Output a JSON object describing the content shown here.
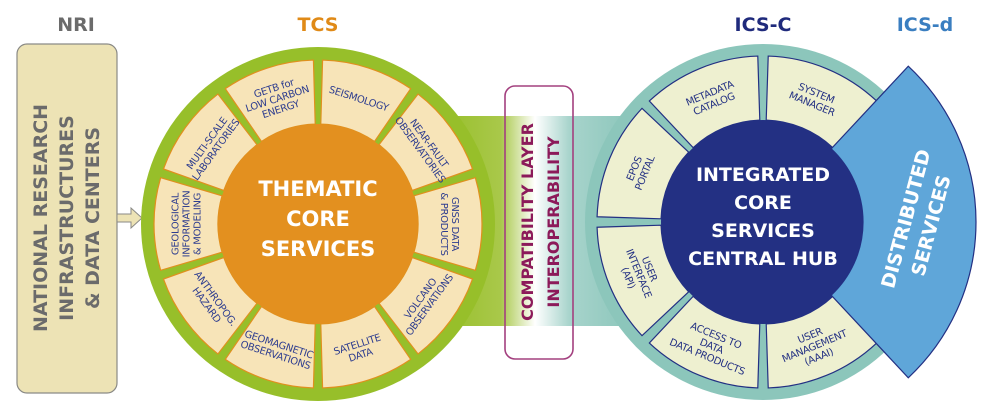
{
  "colors": {
    "nri_fill": "#ede3b5",
    "nri_stroke": "#8a8a86",
    "nri_text": "#6b6b6b",
    "tcs_header": "#e08a17",
    "tcs_ring": "#97bf2a",
    "tcs_segment_fill": "#f7e4b8",
    "tcs_segment_stroke": "#e0901e",
    "tcs_core": "#e3901f",
    "segment_text_tcs": "#2e3d8f",
    "compat_text": "#8c1a5a",
    "compat_stroke": "#a3407f",
    "ics_header": "#1f2a7c",
    "icsd_header": "#3a7ec0",
    "ics_ring": "#8cc6bb",
    "ics_segment_fill": "#eef0d0",
    "ics_segment_stroke": "#233083",
    "ics_core": "#233083",
    "icsd_fill": "#5fa6d9",
    "icsd_stroke": "#233083"
  },
  "headers": {
    "nri": "NRI",
    "tcs": "TCS",
    "ics_c": "ICS-C",
    "ics_d": "ICS-d"
  },
  "nri": {
    "lines": [
      "NATIONAL RESEARCH",
      "INFRASTRUCTURES",
      "& DATA CENTERS"
    ]
  },
  "tcs": {
    "center": [
      "THEMATIC",
      "CORE",
      "SERVICES"
    ],
    "segments": [
      {
        "id": "seismology",
        "lines": [
          "SEISMOLOGY"
        ]
      },
      {
        "id": "near-fault-observatories",
        "lines": [
          "NEAR-FAULT",
          "OBSERVATORIES"
        ]
      },
      {
        "id": "gnss-data-products",
        "lines": [
          "GNSS DATA",
          "& PRODUCTS"
        ]
      },
      {
        "id": "volcano-observations",
        "lines": [
          "VOLCANO",
          "OBSERVATIONS"
        ]
      },
      {
        "id": "satellite-data",
        "lines": [
          "SATELLITE",
          "DATA"
        ]
      },
      {
        "id": "geomagnetic-observations",
        "lines": [
          "GEOMAGNETIC",
          "OBSERVATIONS"
        ]
      },
      {
        "id": "anthropogenic-hazard",
        "lines": [
          "ANTHROPOG.",
          "HAZARD"
        ]
      },
      {
        "id": "geological-information-modeling",
        "lines": [
          "GEOLOGICAL",
          "INFORMATION",
          "& MODELING"
        ]
      },
      {
        "id": "multi-scale-laboratories",
        "lines": [
          "MULTI-SCALE",
          "LABORATORIES"
        ]
      },
      {
        "id": "getb-low-carbon-energy",
        "lines": [
          "GETB for",
          "LOW CARBON",
          "ENERGY"
        ]
      }
    ]
  },
  "compatibility": {
    "lines": [
      "COMPATIBILITY LAYER",
      "INTEROPERABILITY"
    ]
  },
  "ics": {
    "center": [
      "INTEGRATED",
      "CORE",
      "SERVICES",
      "CENTRAL HUB"
    ],
    "segments": [
      {
        "id": "system-manager",
        "lines": [
          "SYSTEM",
          "MANAGER"
        ]
      },
      {
        "id": "user-management",
        "lines": [
          "USER",
          "MANAGEMENT",
          "(AAAI)"
        ]
      },
      {
        "id": "access-to-data",
        "lines": [
          "ACCESS TO",
          "DATA",
          "DATA PRODUCTS"
        ]
      },
      {
        "id": "user-interface",
        "lines": [
          "USER",
          "INTERFACE",
          "(API)"
        ]
      },
      {
        "id": "epos-portal",
        "lines": [
          "EPOS",
          "PORTAL"
        ]
      },
      {
        "id": "metadata-catalog",
        "lines": [
          "METADATA",
          "CATALOG"
        ]
      }
    ]
  },
  "distributed": {
    "lines": [
      "DISTRIBUTED",
      "SERVICES"
    ]
  }
}
